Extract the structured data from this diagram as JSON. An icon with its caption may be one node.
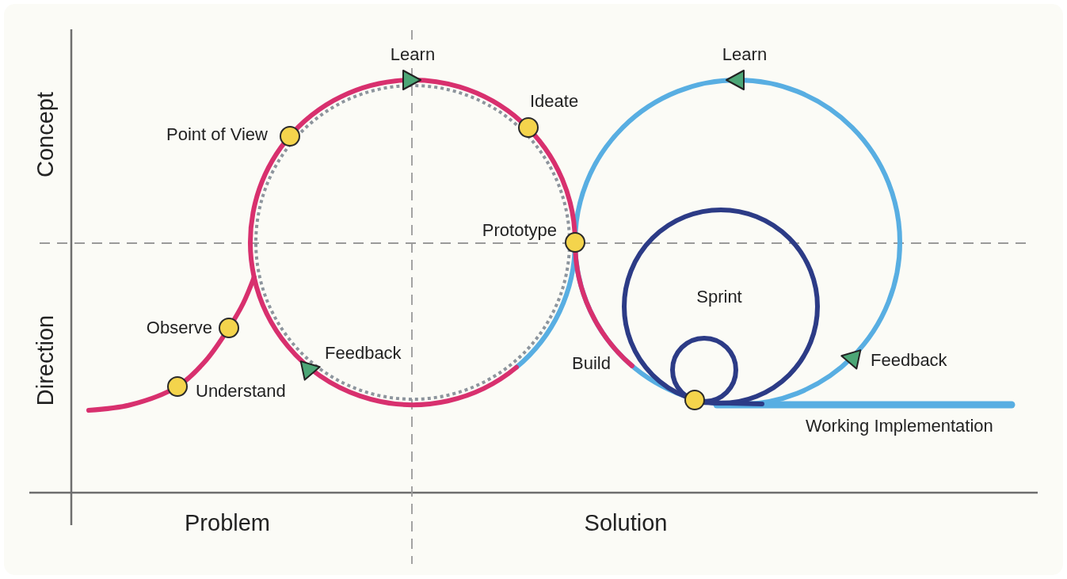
{
  "diagram": {
    "labels": [
      "Learn",
      "Learn",
      "Ideate",
      "Concept",
      "Point of View",
      "Prototype",
      "Sprint",
      "Observe",
      "Feedback",
      "Build",
      "Feedback",
      "Direction",
      "Understand",
      "Working Implementation",
      "Problem",
      "Solution"
    ]
  }
}
